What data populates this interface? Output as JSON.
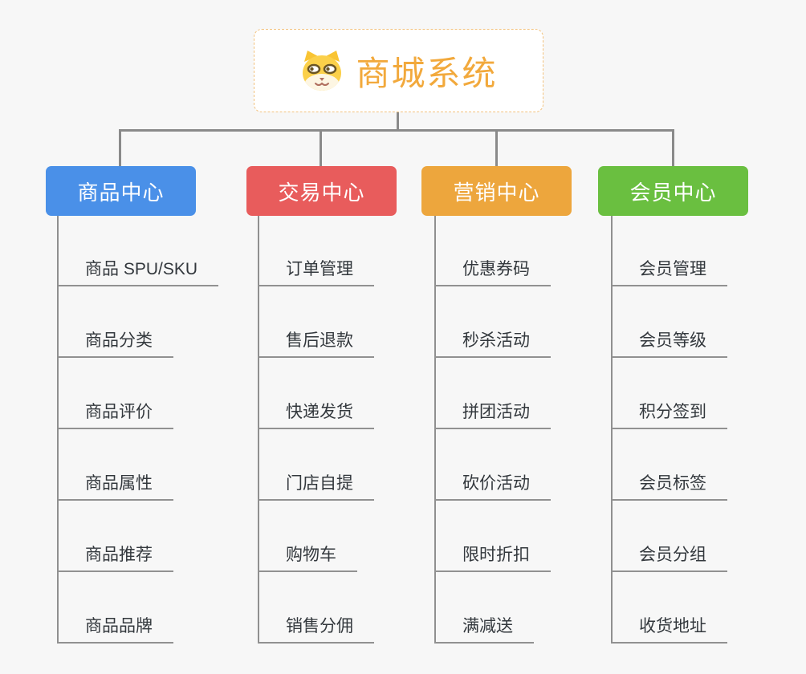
{
  "canvas": {
    "background_color": "#f7f7f7",
    "connector_color": "#8a8a8a"
  },
  "root": {
    "title": "商城系统",
    "icon": "dog-face-icon",
    "title_color": "#f2a93c",
    "border_color": "#f2c27e",
    "background_color": "#ffffff"
  },
  "branches": [
    {
      "id": "product-center",
      "label": "商品中心",
      "color": "#4a90e8",
      "items": [
        "商品 SPU/SKU",
        "商品分类",
        "商品评价",
        "商品属性",
        "商品推荐",
        "商品品牌"
      ]
    },
    {
      "id": "trade-center",
      "label": "交易中心",
      "color": "#e85c5c",
      "items": [
        "订单管理",
        "售后退款",
        "快递发货",
        "门店自提",
        "购物车",
        "销售分佣"
      ]
    },
    {
      "id": "marketing-center",
      "label": "营销中心",
      "color": "#eda63d",
      "items": [
        "优惠券码",
        "秒杀活动",
        "拼团活动",
        "砍价活动",
        "限时折扣",
        "满减送"
      ]
    },
    {
      "id": "member-center",
      "label": "会员中心",
      "color": "#6abf40",
      "items": [
        "会员管理",
        "会员等级",
        "积分签到",
        "会员标签",
        "会员分组",
        "收货地址"
      ]
    }
  ]
}
